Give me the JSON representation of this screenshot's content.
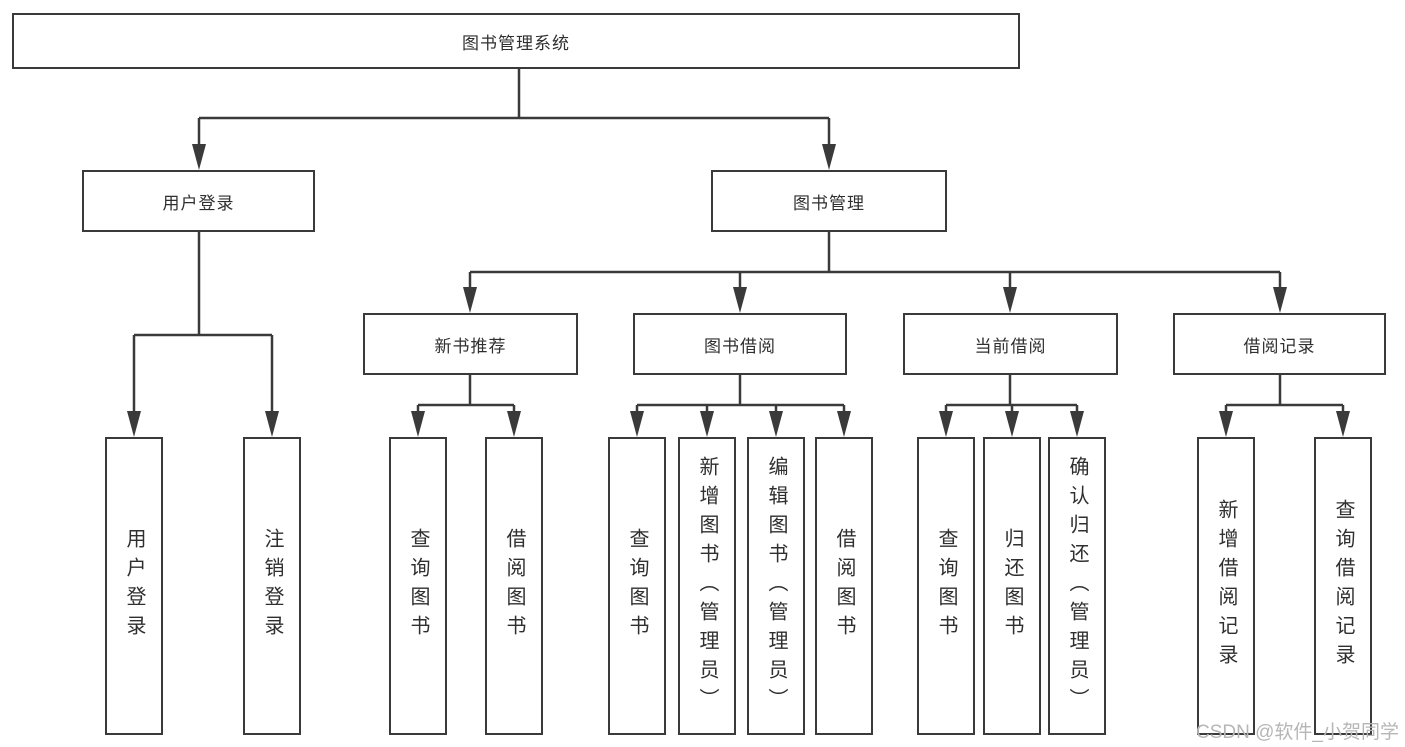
{
  "nodes": {
    "root": "图书管理系统",
    "user_login": "用户登录",
    "book_management": "图书管理",
    "new_book_recommend": "新书推荐",
    "book_borrowing": "图书借阅",
    "current_borrowing": "当前借阅",
    "borrowing_records": "借阅记录",
    "leaf_user_login": "用户登录",
    "leaf_logout": "注销登录",
    "leaf_query_books_recommend": "查询图书",
    "leaf_borrow_books_recommend": "借阅图书",
    "leaf_query_books_borrowing": "查询图书",
    "leaf_add_books_admin": "新增图书（管理员）",
    "leaf_edit_books_admin": "编辑图书（管理员）",
    "leaf_borrow_books_borrowing": "借阅图书",
    "leaf_query_books_current": "查询图书",
    "leaf_return_books": "归还图书",
    "leaf_confirm_return_admin": "确认归还（管理员）",
    "leaf_add_borrow_record": "新增借阅记录",
    "leaf_query_borrow_record": "查询借阅记录"
  },
  "watermark": "CSDN @软件_小贺同学",
  "colors": {
    "line": "#3a3a3a",
    "text": "#2f2f2f",
    "watermark": "#b6b6b6",
    "background": "#ffffff"
  }
}
